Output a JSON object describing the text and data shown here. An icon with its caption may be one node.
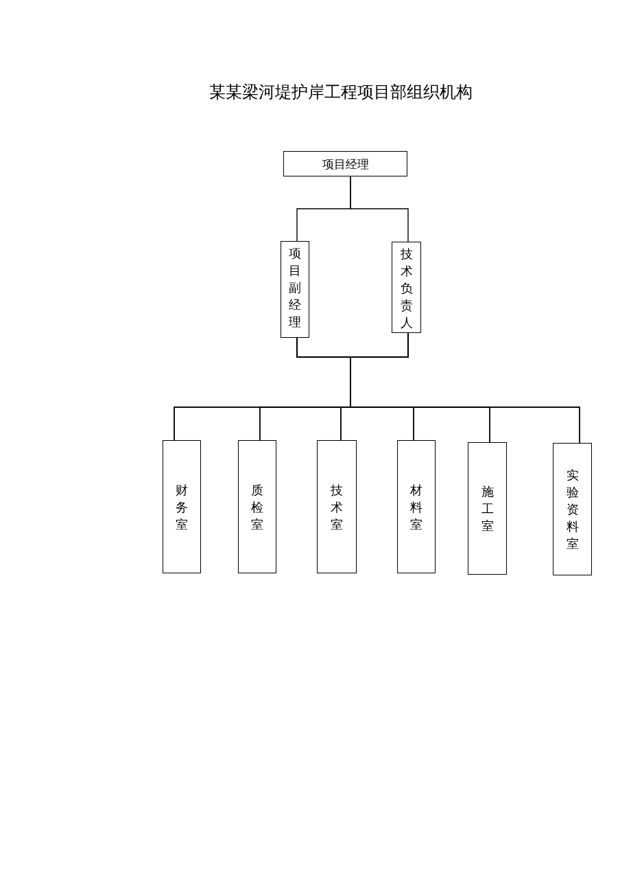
{
  "diagram": {
    "title": "某某梁河堤护岸工程项目部组织机构",
    "nodes": [
      {
        "text": [
          "项目经理"
        ]
      },
      {
        "text": [
          "项目副经理"
        ]
      },
      {
        "text": [
          "技术负责人"
        ]
      },
      {
        "text": [
          "财务室"
        ]
      },
      {
        "text": [
          "质检室"
        ]
      },
      {
        "text": [
          "技术室"
        ]
      },
      {
        "text": [
          "材料室"
        ]
      },
      {
        "text": [
          "施工室"
        ]
      },
      {
        "text": [
          "实验资料室"
        ]
      }
    ],
    "edges": [
      {
        "from": 0,
        "to": 1,
        "arrow": "none"
      },
      {
        "from": 0,
        "to": 2,
        "arrow": "none"
      },
      {
        "from": 1,
        "to": 3,
        "arrow": "none"
      },
      {
        "from": 1,
        "to": 4,
        "arrow": "none"
      },
      {
        "from": 1,
        "to": 5,
        "arrow": "none"
      },
      {
        "from": 1,
        "to": 6,
        "arrow": "none"
      },
      {
        "from": 1,
        "to": 7,
        "arrow": "none"
      },
      {
        "from": 1,
        "to": 8,
        "arrow": "none"
      },
      {
        "from": 2,
        "to": 3,
        "arrow": "none"
      },
      {
        "from": 2,
        "to": 4,
        "arrow": "none"
      },
      {
        "from": 2,
        "to": 5,
        "arrow": "none"
      },
      {
        "from": 2,
        "to": 6,
        "arrow": "none"
      },
      {
        "from": 2,
        "to": 7,
        "arrow": "none"
      },
      {
        "from": 2,
        "to": 8,
        "arrow": "none"
      }
    ]
  }
}
